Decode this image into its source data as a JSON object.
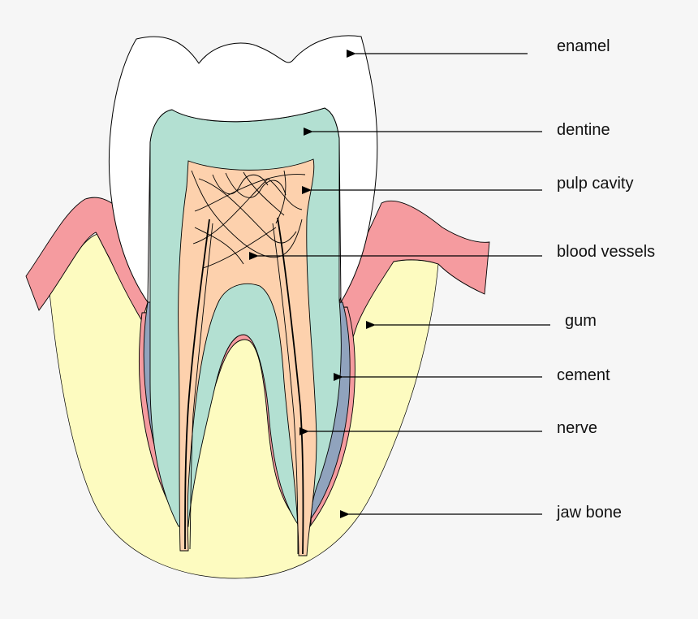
{
  "labels": {
    "enamel": "enamel",
    "dentine": "dentine",
    "pulp_cavity": "pulp cavity",
    "blood_vessels": "blood vessels",
    "gum": "gum",
    "cement": "cement",
    "nerve": "nerve",
    "jaw_bone": "jaw bone"
  },
  "colors": {
    "background": "#f6f6f6",
    "enamel": "#ffffff",
    "dentine": "#b3e0d2",
    "pulp": "#fdd1ad",
    "gum": "#f59b9f",
    "cement": "#90a3bd",
    "jaw_bone": "#fdfbc0",
    "outline": "#000000"
  }
}
